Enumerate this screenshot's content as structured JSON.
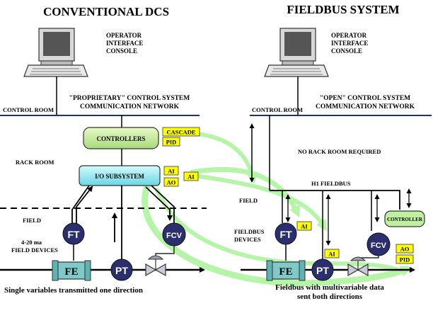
{
  "left": {
    "title": "CONVENTIONAL DCS",
    "console_line1": "OPERATOR",
    "console_line2": "INTERFACE",
    "console_line3": "CONSOLE",
    "network_line1": "\"PROPRIETARY\" CONTROL SYSTEM",
    "network_line2": "COMMUNICATION NETWORK",
    "control_room": "CONTROL ROOM",
    "rack_room": "RACK ROOM",
    "controllers": "CONTROLLERS",
    "io_subsystem": "I/O SUBSYSTEM",
    "tag_cascade": "CASCADE",
    "tag_pid": "PID",
    "tag_ai_1": "AI",
    "tag_ai_2": "AI",
    "tag_ao": "AO",
    "field": "FIELD",
    "devices_line1": "4-20 ma",
    "devices_line2": "FIELD DEVICES",
    "ft": "FT",
    "fe": "FE",
    "pt": "PT",
    "fcv": "FCV",
    "caption": "Single variables transmitted one direction"
  },
  "right": {
    "title": "FIELDBUS SYSTEM",
    "console_line1": "OPERATOR",
    "console_line2": "INTERFACE",
    "console_line3": "CONSOLE",
    "network_line1": "\"OPEN\" CONTROL SYSTEM",
    "network_line2": "COMMUNICATION NETWORK",
    "control_room": "CONTROL ROOM",
    "no_rack": "NO RACK ROOM REQUIRED",
    "h1": "H1 FIELDBUS",
    "field": "FIELD",
    "devices_line1": "FIELDBUS",
    "devices_line2": "DEVICES",
    "controller": "CONTROLLER",
    "ft": "FT",
    "fe": "FE",
    "pt": "PT",
    "fcv": "FCV",
    "tag_ai_ft": "AI",
    "tag_ai_pt": "AI",
    "tag_ao": "AO",
    "tag_pid": "PID",
    "caption_line1": "Fieldbus with multivariable data",
    "caption_line2": "sent both directions"
  },
  "colors": {
    "network_line": "#1f2f7a",
    "controllers_fill": "#c9ef9c",
    "io_fill": "#9ff0f5",
    "tag_fill": "#ffff00",
    "instrument_fill": "#2b2f6e",
    "fe_fill": "#7fc9c9",
    "flow_arrow": "#b6f5a8",
    "controller_box_fill": "#bff0a0"
  },
  "icons": [
    "computer-icon",
    "valve-icon",
    "arrow-icon"
  ]
}
